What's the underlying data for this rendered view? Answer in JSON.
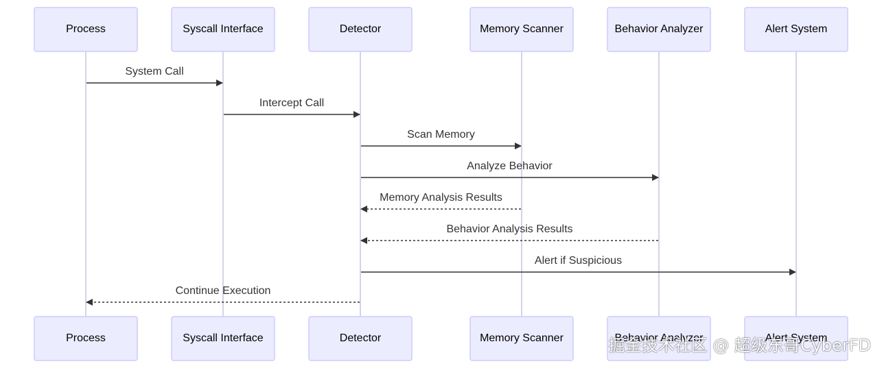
{
  "participants": [
    {
      "id": "process",
      "label": "Process"
    },
    {
      "id": "syscall",
      "label": "Syscall Interface"
    },
    {
      "id": "detector",
      "label": "Detector"
    },
    {
      "id": "memscan",
      "label": "Memory Scanner"
    },
    {
      "id": "behavior",
      "label": "Behavior Analyzer"
    },
    {
      "id": "alert",
      "label": "Alert System"
    }
  ],
  "messages": [
    {
      "from": "process",
      "to": "syscall",
      "label": "System Call",
      "style": "solid"
    },
    {
      "from": "syscall",
      "to": "detector",
      "label": "Intercept Call",
      "style": "solid"
    },
    {
      "from": "detector",
      "to": "memscan",
      "label": "Scan Memory",
      "style": "solid"
    },
    {
      "from": "detector",
      "to": "behavior",
      "label": "Analyze Behavior",
      "style": "solid"
    },
    {
      "from": "memscan",
      "to": "detector",
      "label": "Memory Analysis Results",
      "style": "dashed"
    },
    {
      "from": "behavior",
      "to": "detector",
      "label": "Behavior Analysis Results",
      "style": "dashed"
    },
    {
      "from": "detector",
      "to": "alert",
      "label": "Alert if Suspicious",
      "style": "solid"
    },
    {
      "from": "detector",
      "to": "process",
      "label": "Continue Execution",
      "style": "dashed"
    }
  ],
  "colors": {
    "actor_fill": "#ECECFF",
    "actor_stroke": "#CCCCFF",
    "lifeline": "#D5D3EA",
    "message_line": "#333333",
    "message_text": "#333333"
  },
  "watermark": "掘金技术社区 @ 超级东哥CyberFD"
}
